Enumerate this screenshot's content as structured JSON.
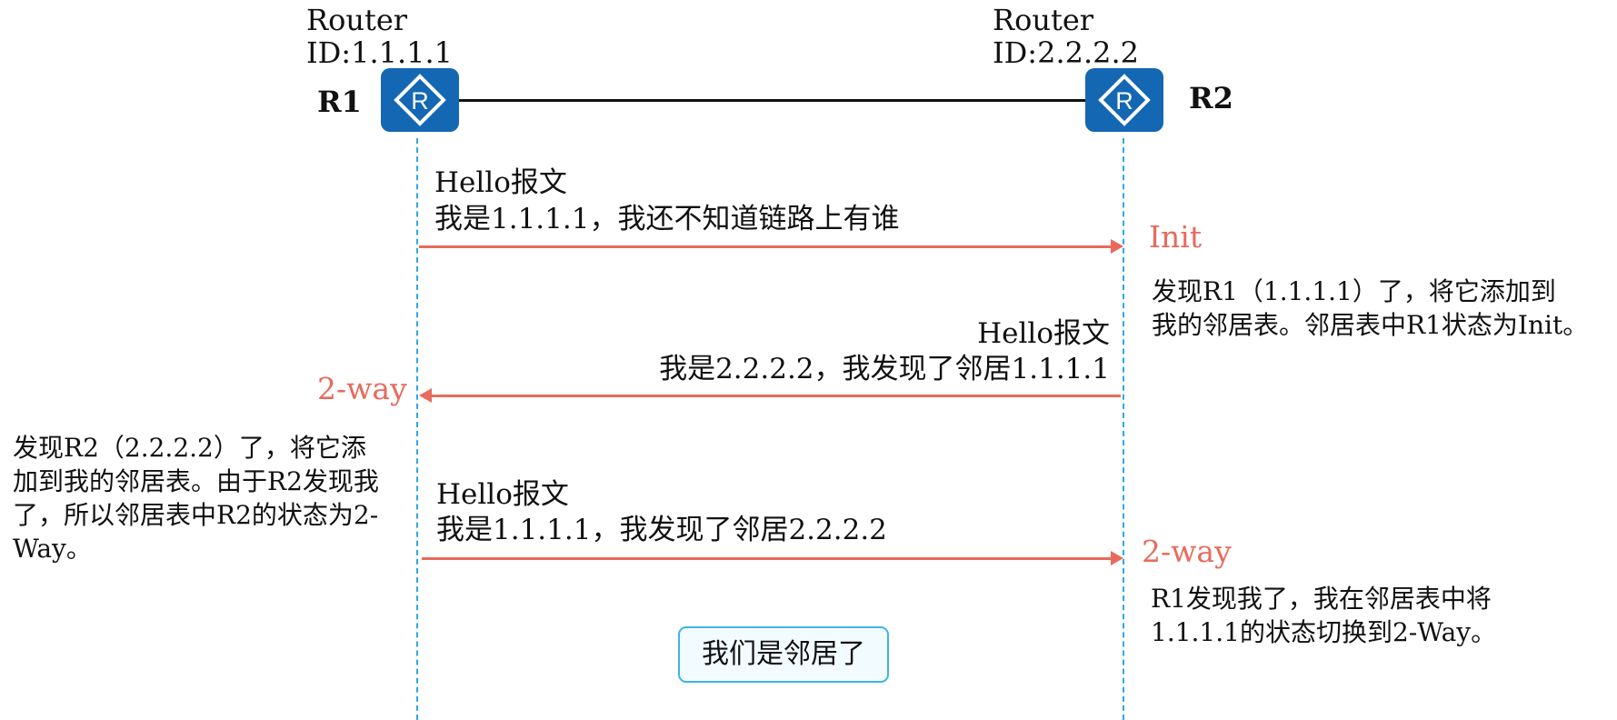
{
  "r1": {
    "router_id_line1": "Router",
    "router_id_line2": "ID:1.1.1.1",
    "name": "R1"
  },
  "r2": {
    "router_id_line1": "Router",
    "router_id_line2": "ID:2.2.2.2",
    "name": "R2"
  },
  "router_icon_letter": "R",
  "colors": {
    "router_blue": "#1467b3",
    "lifeline": "#2ea6e6",
    "accent_red": "#e86a5c",
    "badge_border": "#3fb3e8"
  },
  "messages": [
    {
      "line1": "Hello报文",
      "line2": "我是1.1.1.1，我还不知道链路上有谁",
      "direction": "R1->R2"
    },
    {
      "line1": "Hello报文",
      "line2": "我是2.2.2.2，我发现了邻居1.1.1.1",
      "direction": "R2->R1"
    },
    {
      "line1": "Hello报文",
      "line2": "我是1.1.1.1，我发现了邻居2.2.2.2",
      "direction": "R1->R2"
    }
  ],
  "states": {
    "r2_init": "Init",
    "r1_two_way": "2-way",
    "r2_two_way": "2-way"
  },
  "notes": {
    "r2_init": [
      "发现R1（1.1.1.1）了，将它添加到",
      "我的邻居表。邻居表中R1状态为Init。"
    ],
    "r1_two_way": [
      "发现R2（2.2.2.2）了，将它添",
      "加到我的邻居表。由于R2发现我",
      "了，所以邻居表中R2的状态为2-",
      "Way。"
    ],
    "r2_two_way": [
      "R1发现我了，我在邻居表中将",
      "1.1.1.1的状态切换到2-Way。"
    ]
  },
  "result_badge": "我们是邻居了"
}
